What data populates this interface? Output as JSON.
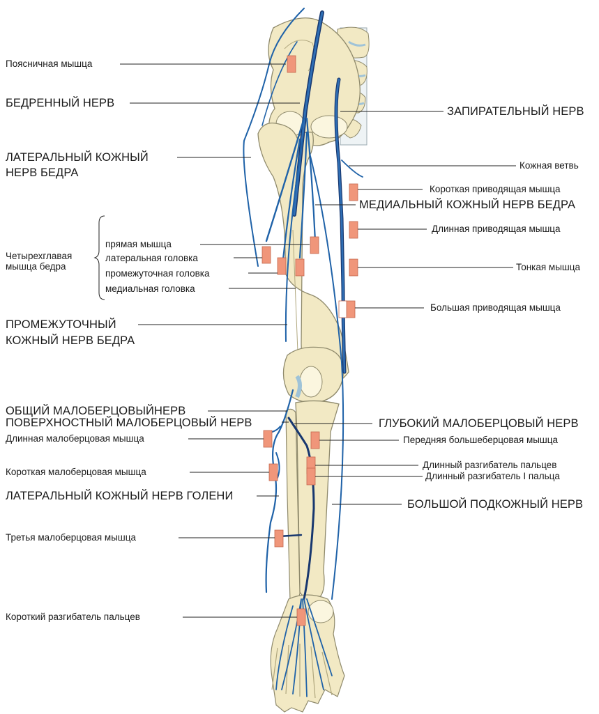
{
  "colors": {
    "bone_fill": "#f2e9c4",
    "bone_stroke": "#8f8a6c",
    "nerve": "#1f62a8",
    "nerve_dark": "#17376f",
    "muscle_marker": "#f0967a",
    "spine_fill": "#e7eef2",
    "leader": "#222222"
  },
  "labels_left": {
    "psoas": "Поясничная мышца",
    "femoral_nerve": "БЕДРЕННЫЙ НЕРВ",
    "lat_cut_thigh_1": "ЛАТЕРАЛЬНЫЙ КОЖНЫЙ",
    "lat_cut_thigh_2": "НЕРВ БЕДРА",
    "quad_1": "Четырехглавая",
    "quad_2": "мышца бедра",
    "rectus": "прямая мышца",
    "lat_head": "латеральная головка",
    "int_head": "промежуточная головка",
    "med_head": "медиальная головка",
    "inter_cut_1": "ПРОМЕЖУТОЧНЫЙ",
    "inter_cut_2": "КОЖНЫЙ НЕРВ БЕДРА",
    "common_peroneal": "ОБЩИЙ МАЛОБЕРЦОВЫЙНЕРВ",
    "superficial_peroneal": "ПОВЕРХНОСТНЫЙ МАЛОБЕРЦОВЫЙ НЕРВ",
    "peroneus_longus": "Длинная малоберцовая мышца",
    "peroneus_brevis": "Короткая малоберцовая мышца",
    "lat_cut_leg": "ЛАТЕРАЛЬНЫЙ КОЖНЫЙ НЕРВ ГОЛЕНИ",
    "peroneus_tertius": "Третья малоберцовая мышца",
    "ext_dig_brevis": "Короткий разгибатель пальцев"
  },
  "labels_right": {
    "obturator": "ЗАПИРАТЕЛЬНЫЙ НЕРВ",
    "cut_branch": "Кожная ветвь",
    "add_brevis": "Короткая приводящая мышца",
    "med_cut_thigh": "МЕДИАЛЬНЫЙ КОЖНЫЙ НЕРВ БЕДРА",
    "add_longus": "Длинная приводящая мышца",
    "gracilis": "Тонкая мышца",
    "add_magnus": "Большая приводящая мышца",
    "deep_peroneal": "ГЛУБОКИЙ МАЛОБЕРЦОВЫЙ НЕРВ",
    "tib_ant": "Передняя большеберцовая мышца",
    "ext_dig_longus": "Длинный разгибатель пальцев",
    "ext_hal_longus": "Длинный разгибатель I пальца",
    "saphenous": "БОЛЬШОЙ ПОДКОЖНЫЙ НЕРВ"
  }
}
